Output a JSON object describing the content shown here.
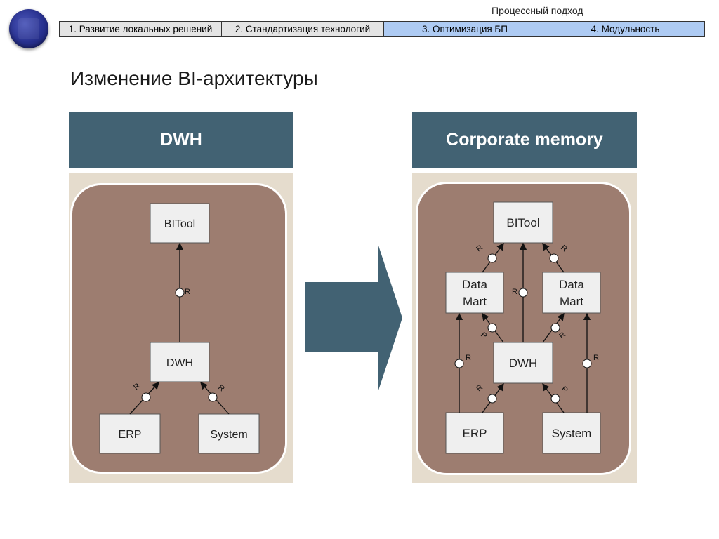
{
  "header": {
    "process_title": "Процессный подход",
    "steps": [
      {
        "label": "1. Развитие локальных решений"
      },
      {
        "label": "2. Стандартизация технологий"
      },
      {
        "label": "3. Оптимизация БП"
      },
      {
        "label": "4. Модульность"
      }
    ]
  },
  "title": "Изменение BI-архитектуры",
  "left": {
    "title": "DWH",
    "nodes": {
      "bitool": "BITool",
      "dwh": "DWH",
      "erp": "ERP",
      "system": "System"
    },
    "r_label": "R"
  },
  "right": {
    "title": "Corporate memory",
    "nodes": {
      "bitool": "BITool",
      "dm1_line1": "Data",
      "dm1_line2": "Mart",
      "dm2_line1": "Data",
      "dm2_line2": "Mart",
      "dwh": "DWH",
      "erp": "ERP",
      "system": "System"
    },
    "r_label": "R"
  },
  "colors": {
    "header_band": "#426273",
    "panel_bg": "#e5dccd",
    "rounded_fill": "#9d7d70",
    "arrow": "#426273",
    "step_highlight": "#aecbf3",
    "step_plain": "#e4e4e4"
  }
}
